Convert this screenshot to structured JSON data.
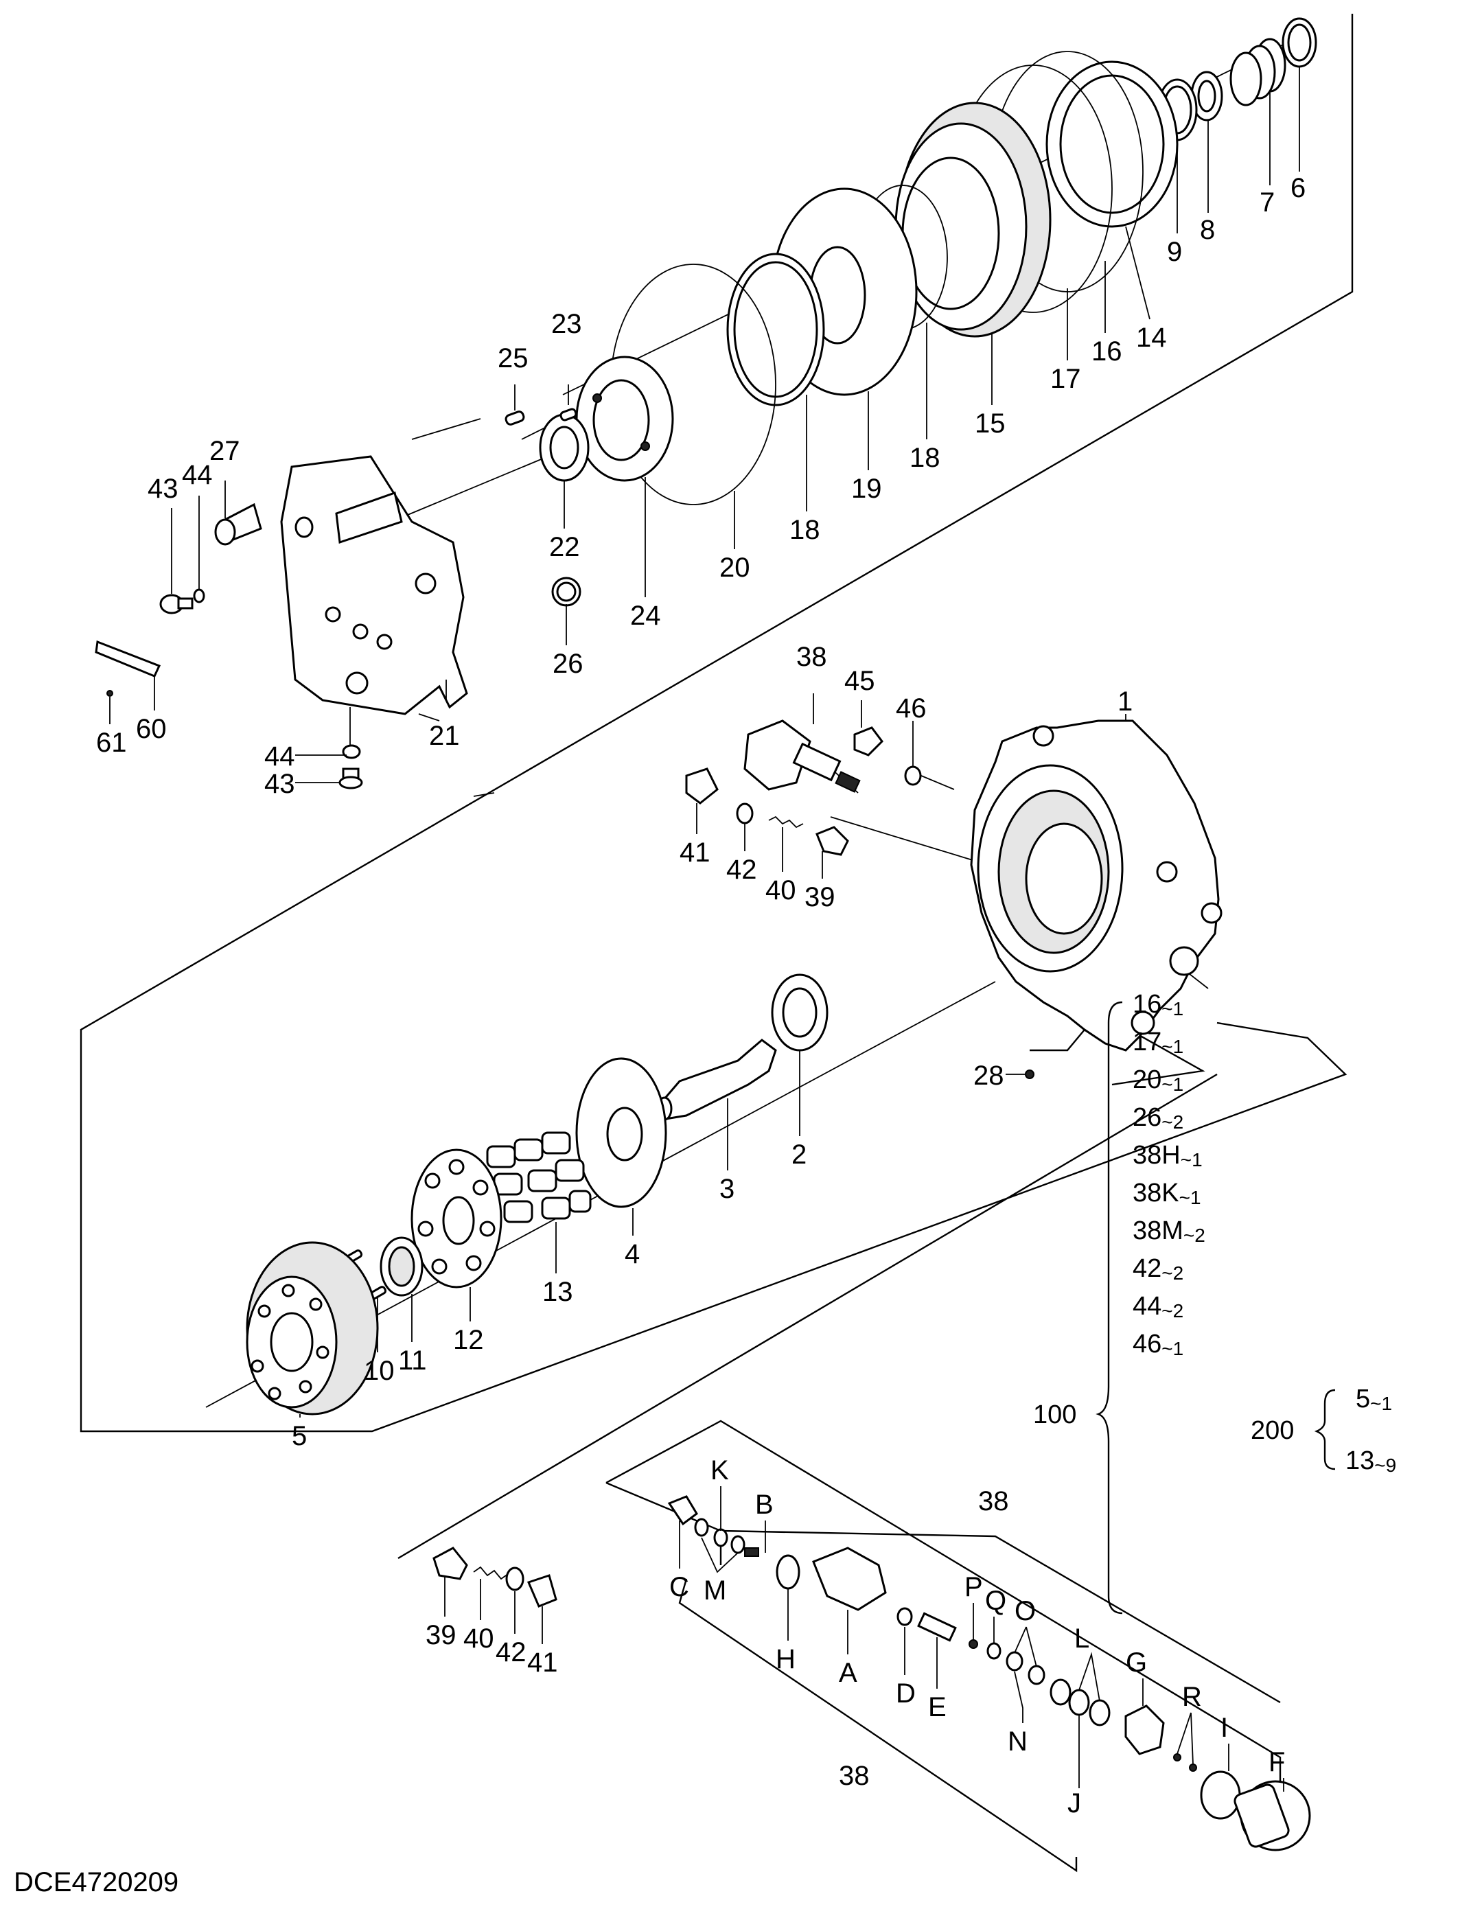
{
  "drawing_code": "DCE4720209",
  "callouts": [
    {
      "id": "p1",
      "label": "1"
    },
    {
      "id": "p2",
      "label": "2"
    },
    {
      "id": "p3",
      "label": "3"
    },
    {
      "id": "p4",
      "label": "4"
    },
    {
      "id": "p5",
      "label": "5"
    },
    {
      "id": "p6",
      "label": "6"
    },
    {
      "id": "p7",
      "label": "7"
    },
    {
      "id": "p8",
      "label": "8"
    },
    {
      "id": "p9",
      "label": "9"
    },
    {
      "id": "p10",
      "label": "10"
    },
    {
      "id": "p11",
      "label": "11"
    },
    {
      "id": "p12",
      "label": "12"
    },
    {
      "id": "p13",
      "label": "13"
    },
    {
      "id": "p14",
      "label": "14"
    },
    {
      "id": "p15",
      "label": "15"
    },
    {
      "id": "p16",
      "label": "16"
    },
    {
      "id": "p17",
      "label": "17"
    },
    {
      "id": "p18a",
      "label": "18"
    },
    {
      "id": "p18b",
      "label": "18"
    },
    {
      "id": "p19",
      "label": "19"
    },
    {
      "id": "p20",
      "label": "20"
    },
    {
      "id": "p21",
      "label": "21"
    },
    {
      "id": "p22",
      "label": "22"
    },
    {
      "id": "p23",
      "label": "23"
    },
    {
      "id": "p24",
      "label": "24"
    },
    {
      "id": "p25",
      "label": "25"
    },
    {
      "id": "p26",
      "label": "26"
    },
    {
      "id": "p27",
      "label": "27"
    },
    {
      "id": "p28",
      "label": "28"
    },
    {
      "id": "p38a",
      "label": "38"
    },
    {
      "id": "p38b",
      "label": "38"
    },
    {
      "id": "p38c",
      "label": "38"
    },
    {
      "id": "p39a",
      "label": "39"
    },
    {
      "id": "p39b",
      "label": "39"
    },
    {
      "id": "p40a",
      "label": "40"
    },
    {
      "id": "p40b",
      "label": "40"
    },
    {
      "id": "p41a",
      "label": "41"
    },
    {
      "id": "p41b",
      "label": "41"
    },
    {
      "id": "p42a",
      "label": "42"
    },
    {
      "id": "p42b",
      "label": "42"
    },
    {
      "id": "p43a",
      "label": "43"
    },
    {
      "id": "p43b",
      "label": "43"
    },
    {
      "id": "p44a",
      "label": "44"
    },
    {
      "id": "p44b",
      "label": "44"
    },
    {
      "id": "p45",
      "label": "45"
    },
    {
      "id": "p46",
      "label": "46"
    },
    {
      "id": "p60",
      "label": "60"
    },
    {
      "id": "p61",
      "label": "61"
    },
    {
      "id": "lA",
      "label": "A"
    },
    {
      "id": "lB",
      "label": "B"
    },
    {
      "id": "lC",
      "label": "C"
    },
    {
      "id": "lD",
      "label": "D"
    },
    {
      "id": "lE",
      "label": "E"
    },
    {
      "id": "lF",
      "label": "F"
    },
    {
      "id": "lG",
      "label": "G"
    },
    {
      "id": "lH",
      "label": "H"
    },
    {
      "id": "lI",
      "label": "I"
    },
    {
      "id": "lJ",
      "label": "J"
    },
    {
      "id": "lK",
      "label": "K"
    },
    {
      "id": "lL",
      "label": "L"
    },
    {
      "id": "lM",
      "label": "M"
    },
    {
      "id": "lN",
      "label": "N"
    },
    {
      "id": "lO",
      "label": "O"
    },
    {
      "id": "lP",
      "label": "P"
    },
    {
      "id": "lQ",
      "label": "Q"
    },
    {
      "id": "lR",
      "label": "R"
    }
  ],
  "kit_100": {
    "label": "100",
    "items": [
      "16~1",
      "17~1",
      "20~1",
      "26~2",
      "38H~1",
      "38K~1",
      "38M~2",
      "42~2",
      "44~2",
      "46~1"
    ]
  },
  "kit_200": {
    "label": "200",
    "items": [
      "5~1",
      "13~9"
    ]
  }
}
